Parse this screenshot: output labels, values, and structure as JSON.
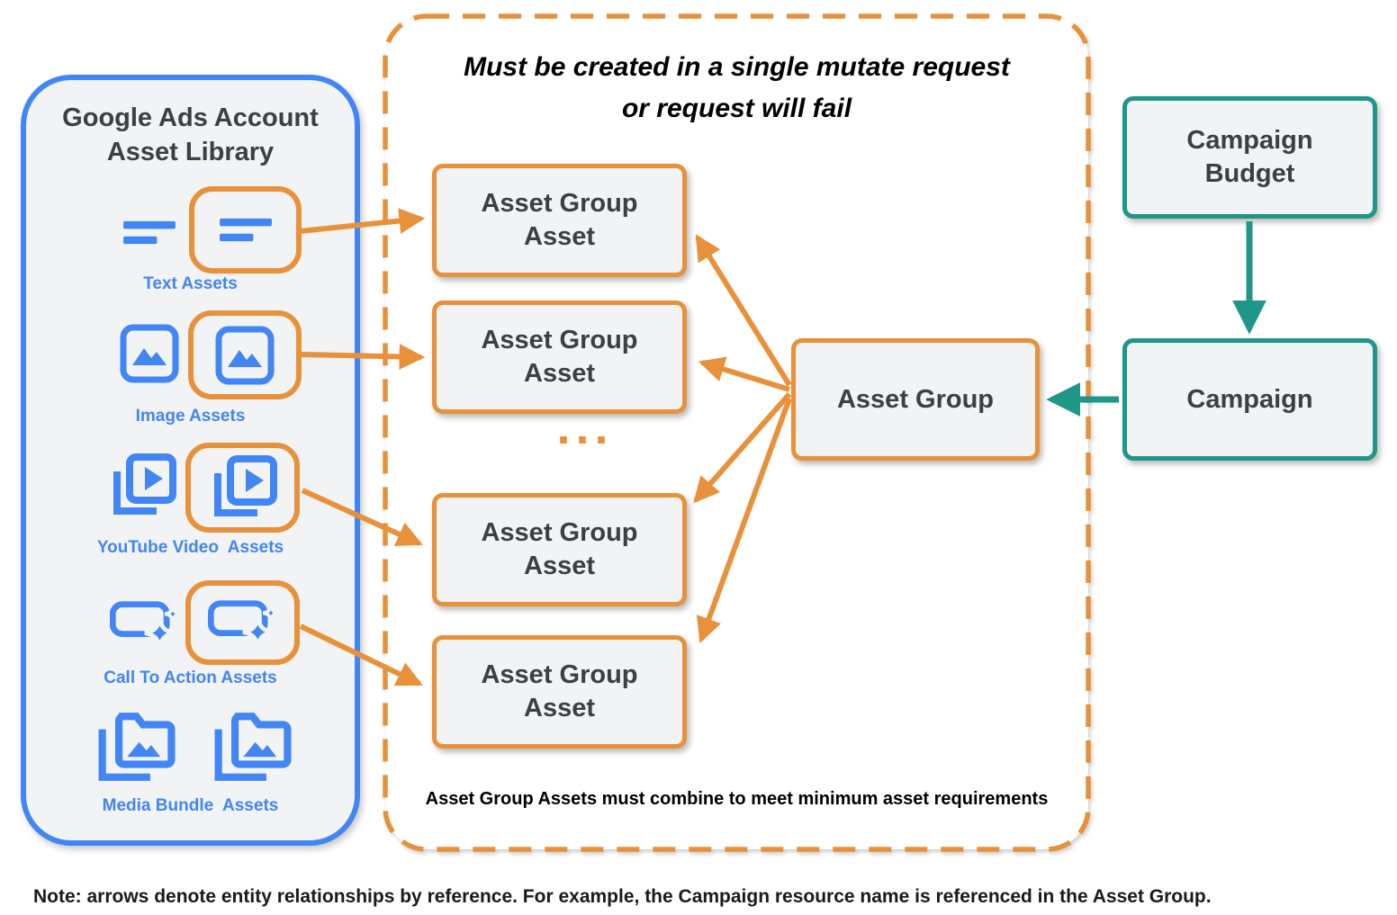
{
  "colors": {
    "orange": "#E8913A",
    "blue": "#4285F4",
    "teal": "#1E9688",
    "node_fill": "#F1F3F4",
    "node_text": "#3C4043",
    "note_text": "#1a1a1a"
  },
  "left_panel": {
    "title_lines": [
      "Google Ads Account",
      "Asset Library"
    ],
    "items": [
      {
        "label": "Text Assets",
        "icon": "text-asset-icon"
      },
      {
        "label": "Image Assets",
        "icon": "image-asset-icon"
      },
      {
        "label": "YouTube Video  Assets",
        "icon": "youtube-video-asset-icon"
      },
      {
        "label": "Call To Action Assets",
        "icon": "call-to-action-asset-icon"
      },
      {
        "label": "Media Bundle  Assets",
        "icon": "media-bundle-asset-icon"
      }
    ]
  },
  "mutate_panel": {
    "title_lines": [
      "Must be created in a single mutate request",
      "or request will fail"
    ],
    "ellipsis": "...",
    "footer": "Asset Group Assets must combine to meet minimum asset requirements"
  },
  "nodes": {
    "asset_group_asset_lines": [
      "Asset Group",
      "Asset"
    ],
    "asset_group": "Asset Group",
    "campaign_budget_lines": [
      "Campaign",
      "Budget"
    ],
    "campaign": "Campaign"
  },
  "note": "Note: arrows denote entity relationships by reference. For example, the Campaign resource name is referenced in the Asset Group."
}
